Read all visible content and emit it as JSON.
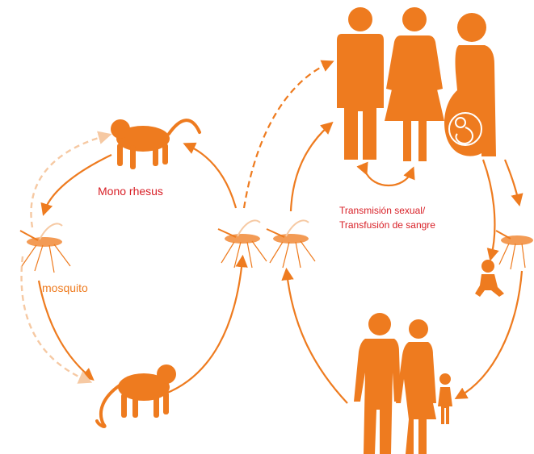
{
  "labels": {
    "monkey": "Mono rhesus",
    "mosquito": "mosquito",
    "transmission_line1": "Transmisión sexual/",
    "transmission_line2": "Transfusión de sangre"
  },
  "colors": {
    "accent": "#ee7b1f",
    "accent_light": "#f6c9a3",
    "label_red": "#d81f26"
  },
  "icons": [
    "monkey-icon",
    "mosquito-icon",
    "man-icon",
    "woman-icon",
    "pregnant-woman-icon",
    "fetus-icon",
    "baby-icon",
    "child-icon"
  ]
}
